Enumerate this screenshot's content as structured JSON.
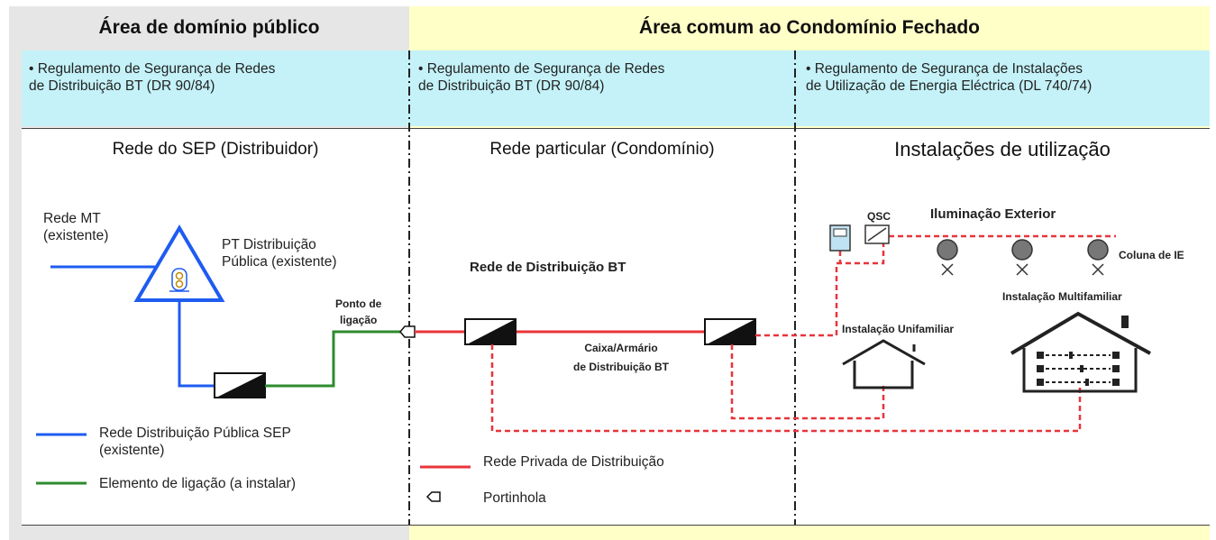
{
  "headers": {
    "public": "Área de domínio público",
    "condominium": "Área comum ao Condomínio Fechado"
  },
  "regulations": {
    "col1": "• Regulamento de Segurança de Redes\nde Distribuição BT (DR 90/84)",
    "col2": "• Regulamento de Segurança de Redes\nde Distribuição BT (DR 90/84)",
    "col3": "• Regulamento de Segurança de Instalações\nde Utilização de Energia Eléctrica (DL 740/74)"
  },
  "networks": {
    "col1": "Rede do SEP (Distribuidor)",
    "col2": "Rede particular (Condomínio)",
    "col3": "Instalações de utilização"
  },
  "labels": {
    "rede_mt": "Rede MT\n(existente)",
    "pt": "PT Distribuição\nPública (existente)",
    "ponto_ligacao": "Ponto de\nligação",
    "rede_distribuicao_bt": "Rede de Distribuição BT",
    "caixa_armario": "Caixa/Armário\nde Distribuição BT",
    "qsc": "QSC",
    "iluminacao_exterior": "Iluminação Exterior",
    "coluna_ie": "Coluna de IE",
    "instalacao_multifamiliar": "Instalação Multifamiliar",
    "instalacao_unifamiliar": "Instalação Unifamiliar"
  },
  "legend": {
    "blue": "Rede Distribuição Pública SEP\n(existente)",
    "green": "Elemento de ligação (a instalar)",
    "red": "Rede Privada de Distribuição",
    "portinhola": "Portinhola"
  },
  "colors": {
    "public_bg": "#e6e6e6",
    "condo_bg": "#ffffc8",
    "reg_bg": "#c4f2f8",
    "blue": "#1e5cf0",
    "green": "#2e8b2e",
    "red": "#e8343a"
  }
}
